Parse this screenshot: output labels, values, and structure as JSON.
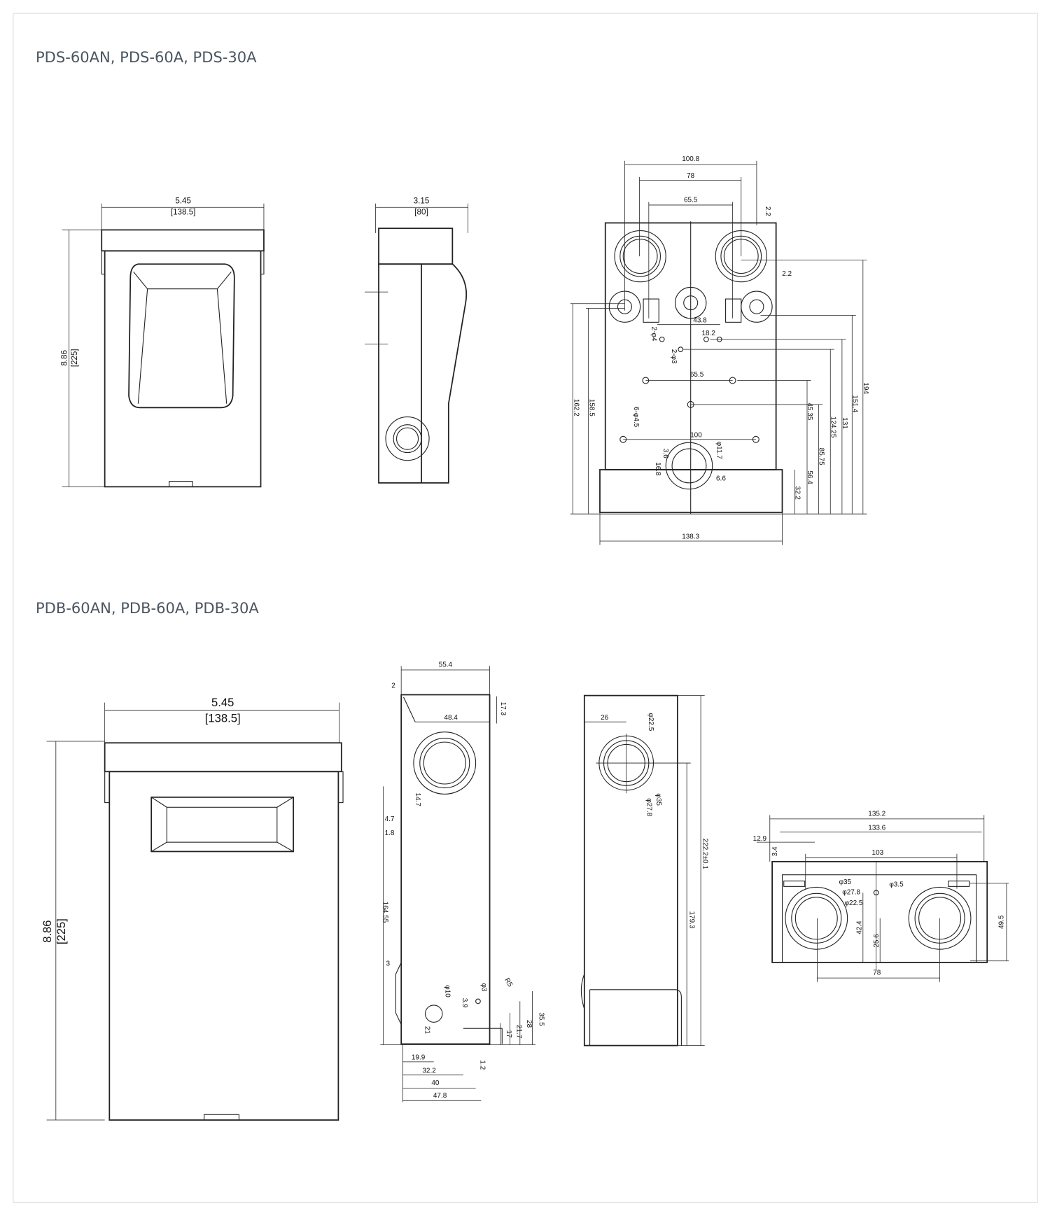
{
  "sections": [
    {
      "title": "PDS-60AN, PDS-60A, PDS-30A"
    },
    {
      "title": "PDB-60AN, PDB-60A, PDB-30A"
    }
  ],
  "pds_front": {
    "width_in": "5.45",
    "width_mm": "[138.5]",
    "height_in": "8.86",
    "height_mm": "[225]"
  },
  "pds_side": {
    "depth_in": "3.15",
    "depth_mm": "[80]"
  },
  "pds_back": {
    "labels": [
      "100.8",
      "78",
      "65.5",
      "2.2",
      "2.2",
      "43.8",
      "2-φ4",
      "18.2",
      "2-φ3",
      "65.5",
      "6-φ4.5",
      "100",
      "φ11.7",
      "3.6",
      "16.8",
      "6.6",
      "162.2",
      "158.5",
      "45.35",
      "56.4",
      "85.75",
      "124.25",
      "131",
      "151.4",
      "194",
      "32.2",
      "138.3"
    ]
  },
  "pdb_front": {
    "width_in": "5.45",
    "width_mm": "[138.5]",
    "height_in": "8.86",
    "height_mm": "[225]"
  },
  "pdb_side": {
    "labels": [
      "55.4",
      "2",
      "48.4",
      "17.3",
      "14.7",
      "4.7",
      "1.8",
      "164.55",
      "3",
      "φ10",
      "21",
      "3.9",
      "φ3",
      "R5",
      "35.5",
      "28",
      "21.7",
      "17",
      "1.2",
      "19.9",
      "32.2",
      "40",
      "47.8"
    ]
  },
  "pdb_side2": {
    "labels": [
      "26",
      "φ22.5",
      "φ35",
      "φ27.8",
      "222.2±0.1",
      "179.3"
    ]
  },
  "pdb_top": {
    "labels": [
      "135.2",
      "133.6",
      "12.9",
      "3.4",
      "103",
      "φ35",
      "φ27.8",
      "φ22.5",
      "φ3.5",
      "42.4",
      "25.6",
      "49.5",
      "78"
    ]
  }
}
